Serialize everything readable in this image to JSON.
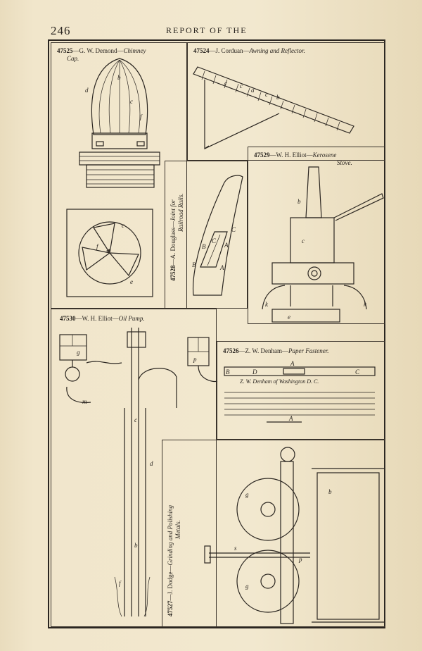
{
  "header": {
    "page_number": "246",
    "title": "REPORT OF THE"
  },
  "panels": {
    "p47525": {
      "number": "47525",
      "name": "—G. W. Demond—",
      "item": "Chimney",
      "item2": "Cap."
    },
    "p47524": {
      "number": "47524",
      "name": "—J. Corduan—",
      "item": "Awning and Reflector."
    },
    "p47529": {
      "number": "47529",
      "name": "—W. H. Elliot—",
      "item": "Kerosene",
      "item2": "Stove."
    },
    "p47528": {
      "number": "47528",
      "name": "—A. Douglass—",
      "item": "Joint for",
      "item2": "Railroad Rails."
    },
    "p47530": {
      "number": "47530",
      "name": "—W. H. Elliot—",
      "item": "Oil Pump."
    },
    "p47526": {
      "number": "47526",
      "name": "—Z. W. Denham—",
      "item": "Paper Fastener.",
      "signature": "Z. W. Denham of Washington D. C."
    },
    "p47527": {
      "number": "47527",
      "name": "—J. Dodge—",
      "item": "Grinding and Polishing",
      "item2": "Metals."
    }
  },
  "labels": {
    "chimney": [
      "d",
      "b",
      "c",
      "f",
      "c",
      "f",
      "e"
    ],
    "awning": [
      "c",
      "c",
      "a",
      "c",
      "b"
    ],
    "stove": [
      "b",
      "c",
      "k",
      "k",
      "e"
    ],
    "rail": [
      "B",
      "B",
      "C",
      "A",
      "C",
      "A"
    ],
    "pump": [
      "g",
      "m",
      "p",
      "c",
      "d",
      "b",
      "f"
    ],
    "fastener": [
      "B",
      "D",
      "A",
      "C",
      "A"
    ],
    "grinder": [
      "g",
      "g",
      "b",
      "p",
      "s"
    ]
  }
}
